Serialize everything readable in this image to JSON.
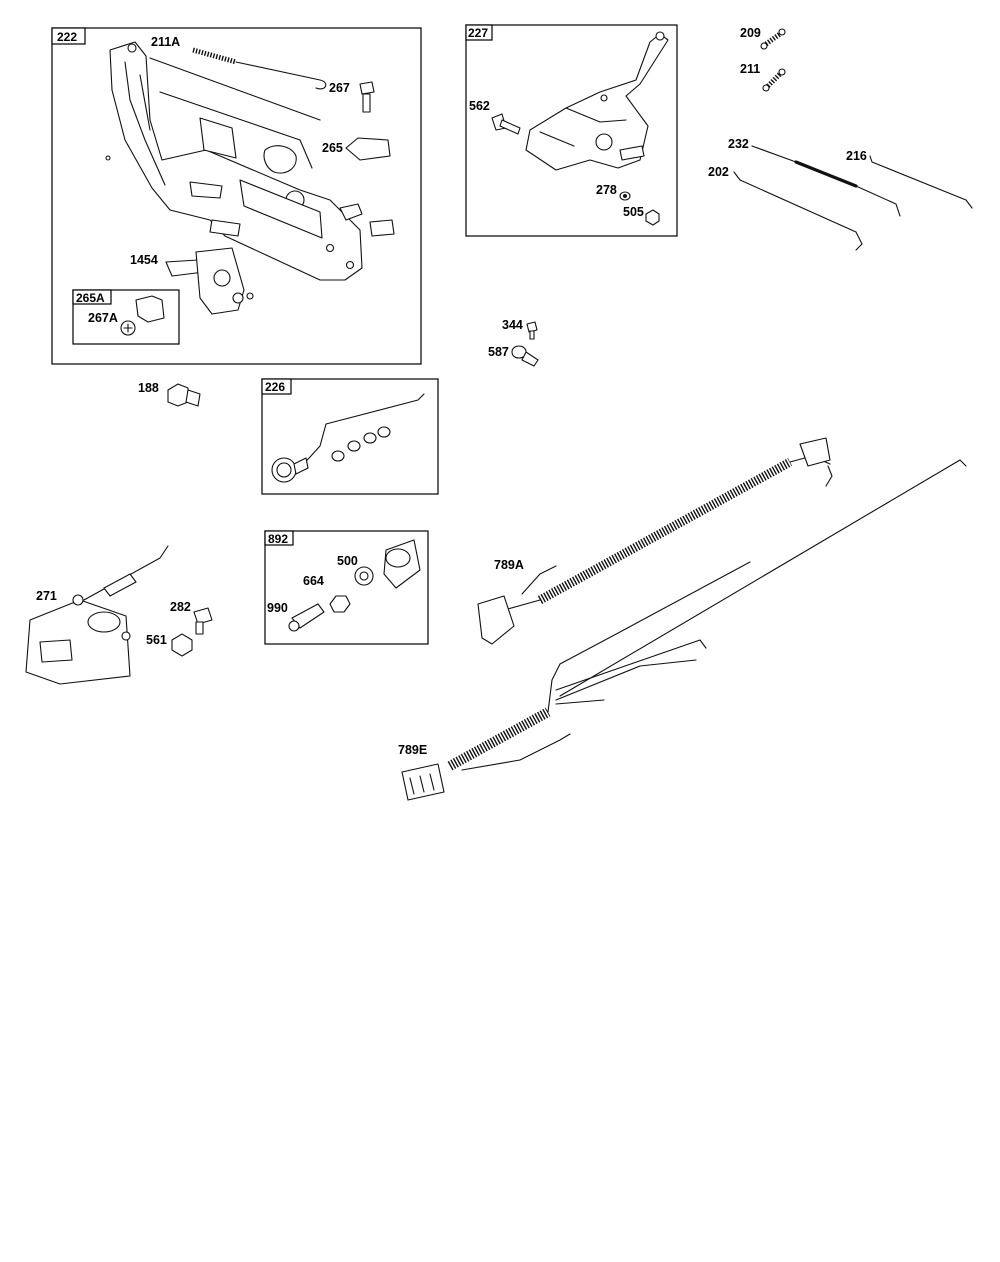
{
  "boxes": {
    "b222": "222",
    "b265A": "265A",
    "b227": "227",
    "b226": "226",
    "b892": "892"
  },
  "labels": {
    "l211A": "211A",
    "l267": "267",
    "l265": "265",
    "l1454": "1454",
    "l267A": "267A",
    "l562": "562",
    "l278": "278",
    "l505": "505",
    "l209": "209",
    "l211": "211",
    "l232": "232",
    "l216": "216",
    "l202": "202",
    "l344": "344",
    "l587": "587",
    "l188": "188",
    "l271": "271",
    "l282": "282",
    "l561": "561",
    "l500": "500",
    "l664": "664",
    "l990": "990",
    "l789A": "789A",
    "l789E": "789E"
  }
}
